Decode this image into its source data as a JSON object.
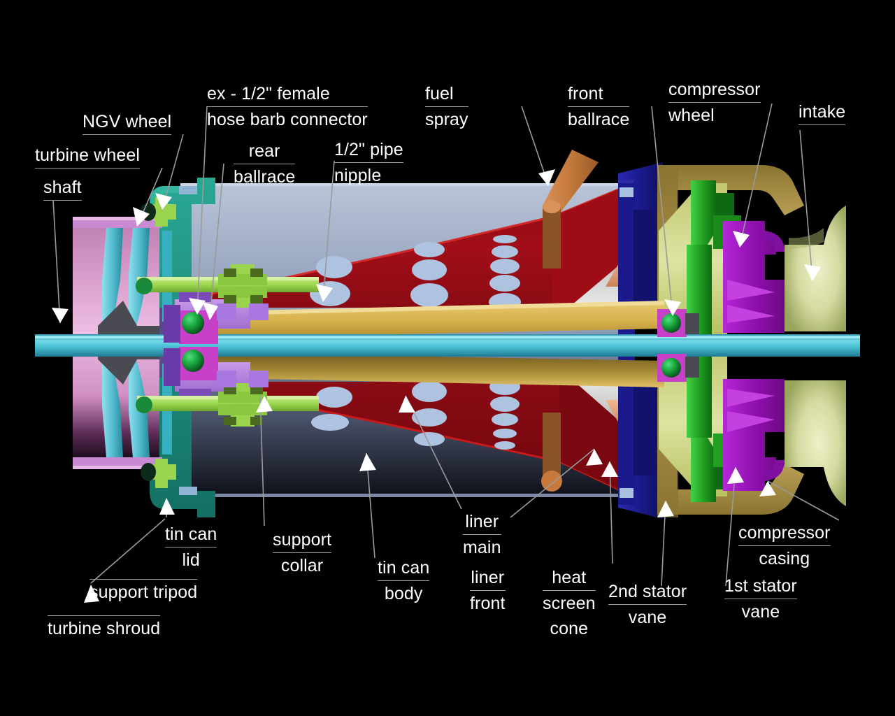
{
  "diagram": {
    "title": "Gas turbine engine cutaway cross-section",
    "background_color": "#000000",
    "label_text_color": "#ffffff",
    "leader_line_color": "#9a9a9a",
    "arrow_color": "#ffffff"
  },
  "labels": {
    "ngv_wheel": "NGV wheel",
    "turbine_wheel": "turbine wheel",
    "shaft": "shaft",
    "ex_half_female_l1": "ex - 1/2\" female",
    "ex_half_female_l2": "hose barb connector",
    "rear_ballrace_l1": "rear",
    "rear_ballrace_l2": "ballrace",
    "pipe_nipple_l1": "1/2\" pipe",
    "pipe_nipple_l2": "nipple",
    "fuel_spray_l1": "fuel",
    "fuel_spray_l2": "spray",
    "front_ballrace_l1": "front",
    "front_ballrace_l2": "ballrace",
    "compressor_wheel_l1": "compressor",
    "compressor_wheel_l2": "wheel",
    "intake": "intake",
    "tin_can_lid_l1": "tin can",
    "tin_can_lid_l2": "lid",
    "support_tripod": "support tripod",
    "turbine_shroud": "turbine shroud",
    "support_collar_l1": "support",
    "support_collar_l2": "collar",
    "tin_can_body_l1": "tin can",
    "tin_can_body_l2": "body",
    "liner_main_l1": "liner",
    "liner_main_l2": "main",
    "liner_front_l1": "liner",
    "liner_front_l2": "front",
    "heat_screen_cone_l1": "heat",
    "heat_screen_cone_l2": "screen",
    "heat_screen_cone_l3": "cone",
    "second_stator_vane_l1": "2nd stator",
    "second_stator_vane_l2": "vane",
    "first_stator_vane_l1": "1st stator",
    "first_stator_vane_l2": "vane",
    "compressor_casing_l1": "compressor",
    "compressor_casing_l2": "casing"
  },
  "colors": {
    "turbine_shroud": "#e0a8d8",
    "turbine_shroud_dark": "#3a1a38",
    "ngv_vane": "#7fd8e8",
    "tin_can_lid": "#1e8a7a",
    "tin_can_body": "#a8b4cc",
    "tin_can_body_dark": "#2a3244",
    "liner_red": "#9e0d16",
    "liner_hole": "#aec3e0",
    "shaft_tube_gold": "#d8b24c",
    "shaft_cyan": "#4cc8d8",
    "bearing_housing": "#b07ce0",
    "ballrace_magenta": "#c840c8",
    "ballrace_ball": "#1a8a3a",
    "support_rod_green": "#9ad44c",
    "fuel_pipe_orange": "#c87a3c",
    "heat_screen": "#d8d8d8",
    "diffuser_blue": "#1a1a8c",
    "compressor_casing": "#d8c078",
    "stator_vane_green": "#2aa82a",
    "compressor_wheel": "#a020c0",
    "intake_bell": "#d8dca0",
    "salmon_wall": "#e0a080"
  }
}
